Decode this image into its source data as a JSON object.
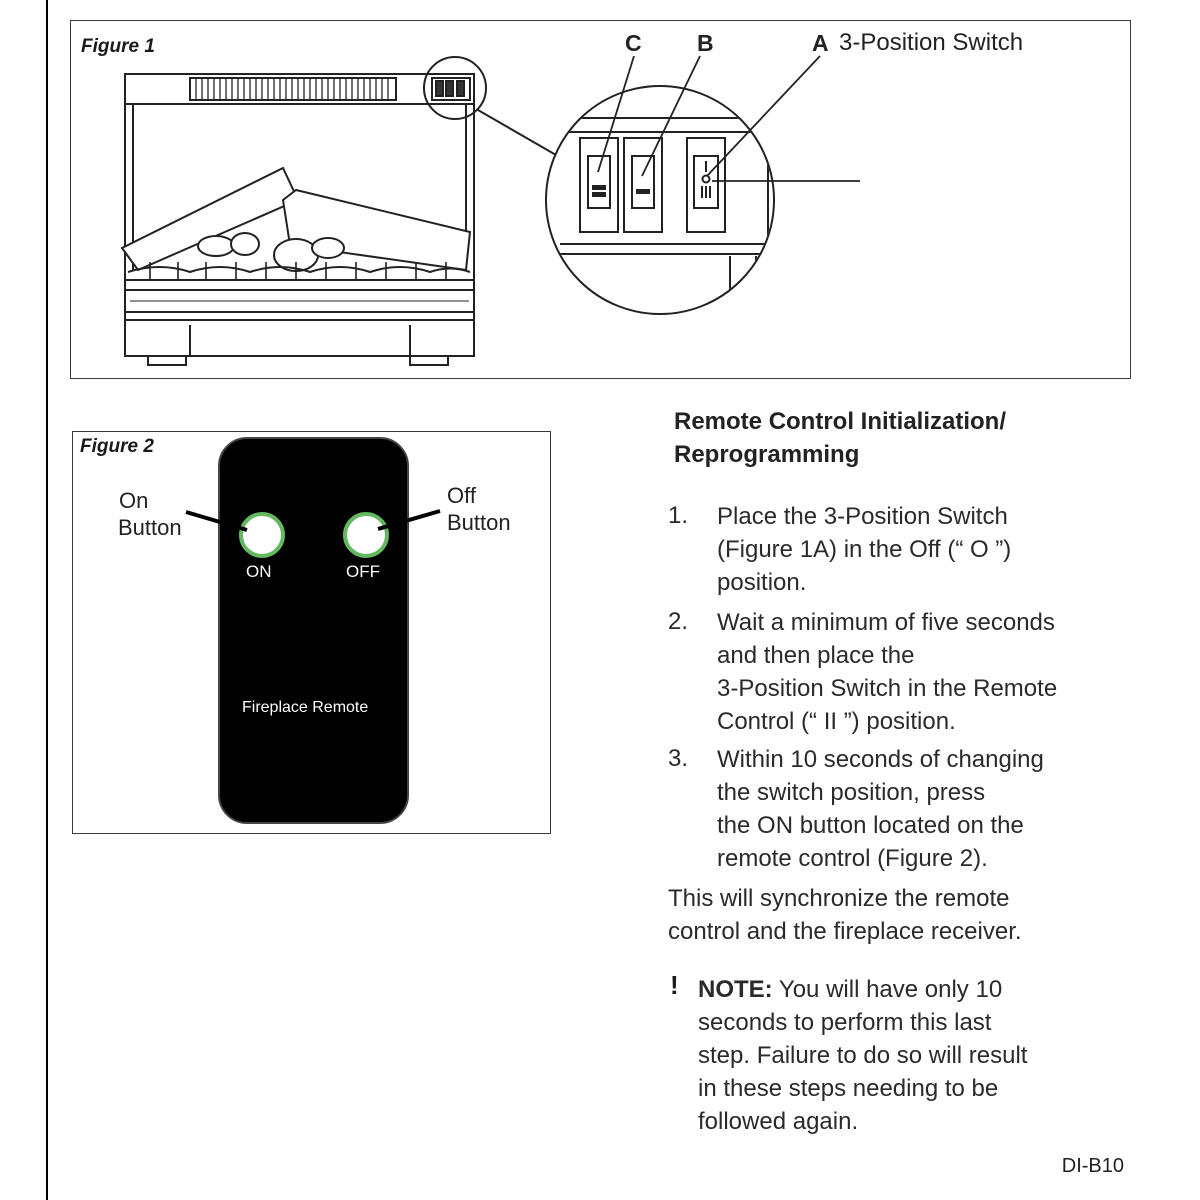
{
  "figure1": {
    "label": "Figure 1",
    "callouts": {
      "c": "C",
      "b": "B",
      "a": "A",
      "a_text": "3-Position Switch"
    }
  },
  "figure2": {
    "label": "Figure 2",
    "on_callout": [
      "On",
      "Button"
    ],
    "off_callout": [
      "Off",
      "Button"
    ],
    "on_label": "ON",
    "off_label": "OFF",
    "remote_name": "Fireplace Remote"
  },
  "section": {
    "heading": [
      "Remote Control Initialization/",
      "Reprogramming"
    ],
    "steps": [
      {
        "num": "1.",
        "lines": [
          "Place the 3-Position Switch",
          "(Figure 1A) in the Off (“ O ”)",
          "position."
        ]
      },
      {
        "num": "2.",
        "lines": [
          "Wait a minimum of five seconds",
          "and then place the",
          "3-Position Switch in the Remote",
          "Control (“ II ”) position."
        ]
      },
      {
        "num": "3.",
        "lines": [
          "Within 10 seconds of changing",
          "the switch position, press",
          "the ON button located on the",
          "remote control (Figure 2)."
        ]
      }
    ],
    "summary": [
      "This will synchronize the remote",
      "control and the fireplace receiver."
    ],
    "note": {
      "mark": "!",
      "label": "NOTE:",
      "first_line": " You will have only 10",
      "lines": [
        "seconds to perform this last",
        "step. Failure to do so will result",
        "in these steps needing to be",
        "followed again."
      ]
    }
  },
  "footer": {
    "code": "DI-B10"
  }
}
